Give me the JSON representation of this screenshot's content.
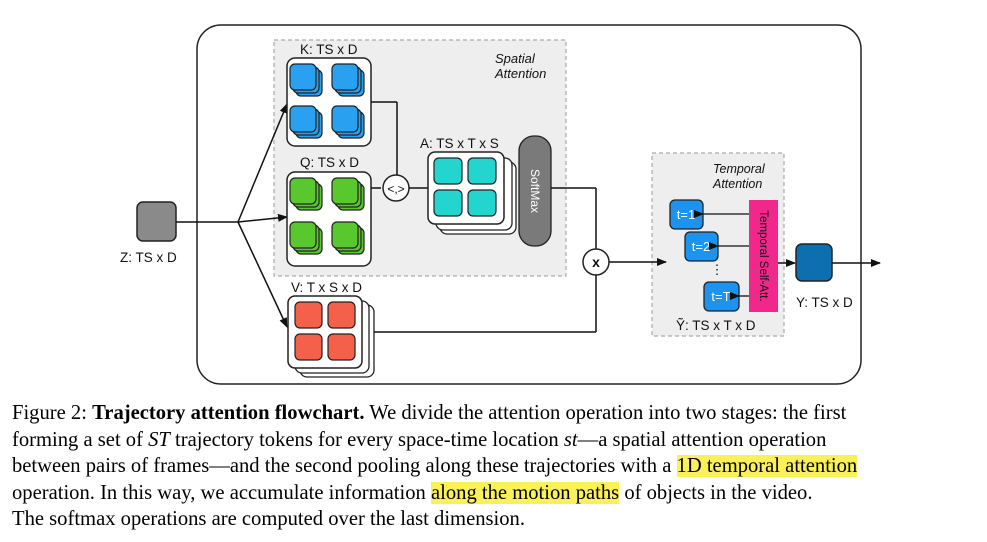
{
  "figure": {
    "input_label": "Z: TS x D",
    "k_label": "K: TS x D",
    "q_label": "Q: TS x D",
    "v_label": "V: T x S x D",
    "a_label": "A: TS x T x S",
    "spatial_title_1": "Spatial",
    "spatial_title_2": "Attention",
    "dot_product": "<,>",
    "softmax": "SoftMax",
    "multiply": "x",
    "temporal_title_1": "Temporal",
    "temporal_title_2": "Attention",
    "t1": "t=1",
    "t2": "t=2",
    "tT": "t=T",
    "ydots": "⋮",
    "temporal_self_att": "Temporal Self-Att.",
    "ytilde_label": "Ỹ: TS x T x D",
    "output_label": "Y: TS x D",
    "colors": {
      "k_blue": "#2aa1f0",
      "q_green": "#59c72e",
      "a_cyan": "#22d6cf",
      "v_red": "#f5604a",
      "t_blue": "#1b93ef",
      "pink": "#f0288c",
      "output": "#0d6eb0",
      "softmax": "#7a7a7a",
      "input": "#8a8a8a"
    }
  },
  "caption": {
    "fig_num": "Figure 2: ",
    "title": "Trajectory attention flowchart.",
    "l1_rest": " We divide the attention operation into two stages: the first",
    "l2_a": "forming a set of ",
    "l2_st": "ST",
    "l2_b": " trajectory tokens for every space-time location ",
    "l2_st2": "st",
    "l2_c": "—a spatial attention operation",
    "l3_a": "between pairs of frames—and the second pooling along these trajectories with a ",
    "l3_hl": "1D temporal attention",
    "l4_a": "operation. In this way, we accumulate information ",
    "l4_hl": "along the motion paths",
    "l4_b": " of objects in the video.",
    "l5": "The softmax operations are computed over the last dimension."
  }
}
